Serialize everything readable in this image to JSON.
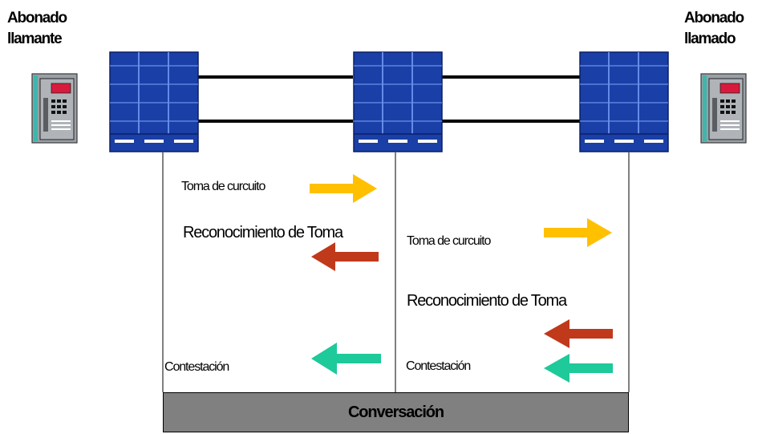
{
  "caller": {
    "title_line1": "Abonado",
    "title_line2": "llamante"
  },
  "callee": {
    "title_line1": "Abonado",
    "title_line2": "llamado"
  },
  "left_link": {
    "seizure": "Toma de curcuito",
    "seizure_ack": "Reconocimiento de Toma",
    "answer": "Contestación"
  },
  "right_link": {
    "seizure": "Toma de curcuito",
    "seizure_ack": "Reconocimiento de Toma",
    "answer": "Contestación"
  },
  "conversation": {
    "label": "Conversación"
  },
  "colors": {
    "switch_blue": "#1a3fa6",
    "seizure_arrow": "#ffc000",
    "ack_arrow": "#c0391a",
    "answer_arrow": "#1ec99a",
    "conversation_bar": "#808080"
  },
  "icons": {
    "telephone": "telephone-icon",
    "switch": "switch-icon"
  }
}
